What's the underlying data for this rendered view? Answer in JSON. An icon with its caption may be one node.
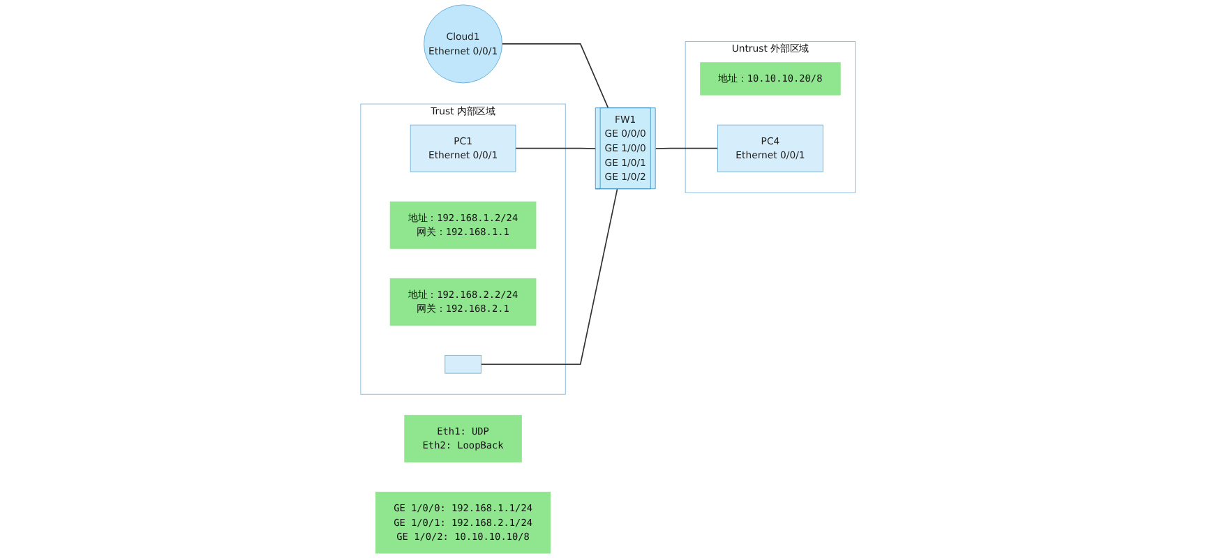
{
  "diagram": {
    "nodes": [
      {
        "text": [
          "Cloud1",
          "Ethernet 0/0/1"
        ]
      },
      {
        "text": [
          "Eth1: UDP",
          "Eth2: LoopBack"
        ]
      },
      {
        "text": [
          "Trust 内部区域"
        ]
      },
      {
        "text": [
          "PC1",
          "Ethernet 0/0/1"
        ],
        "in": 2
      },
      {
        "text": [
          "地址：192.168.1.2/24",
          "网关：192.168.1.1"
        ],
        "in": 2
      },
      {
        "text": [
          "地址：192.168.2.2/24",
          "网关：192.168.2.1"
        ],
        "in": 2
      },
      {
        "text": [],
        "shape": "box",
        "in": 2
      },
      {
        "text": [
          "FW1",
          "GE 0/0/0",
          "GE 1/0/0",
          "GE 1/0/1",
          "GE 1/0/2"
        ]
      },
      {
        "text": [
          "GE 1/0/0: 192.168.1.1/24",
          "GE 1/0/1: 192.168.2.1/24",
          "GE 1/0/2: 10.10.10.10/8"
        ]
      },
      {
        "text": [
          "Untrust 外部区域"
        ]
      },
      {
        "text": [
          "地址：10.10.10.20/8"
        ],
        "in": 9
      },
      {
        "text": [
          "PC4",
          "Ethernet 0/0/1"
        ],
        "in": 9
      }
    ],
    "edges": [
      {
        "from": 0,
        "to": 7,
        "arrow": "none"
      },
      {
        "from": 3,
        "to": 7,
        "arrow": "none"
      },
      {
        "from": 6,
        "to": 7,
        "arrow": "none"
      },
      {
        "from": 7,
        "to": 11,
        "arrow": "none"
      }
    ]
  }
}
